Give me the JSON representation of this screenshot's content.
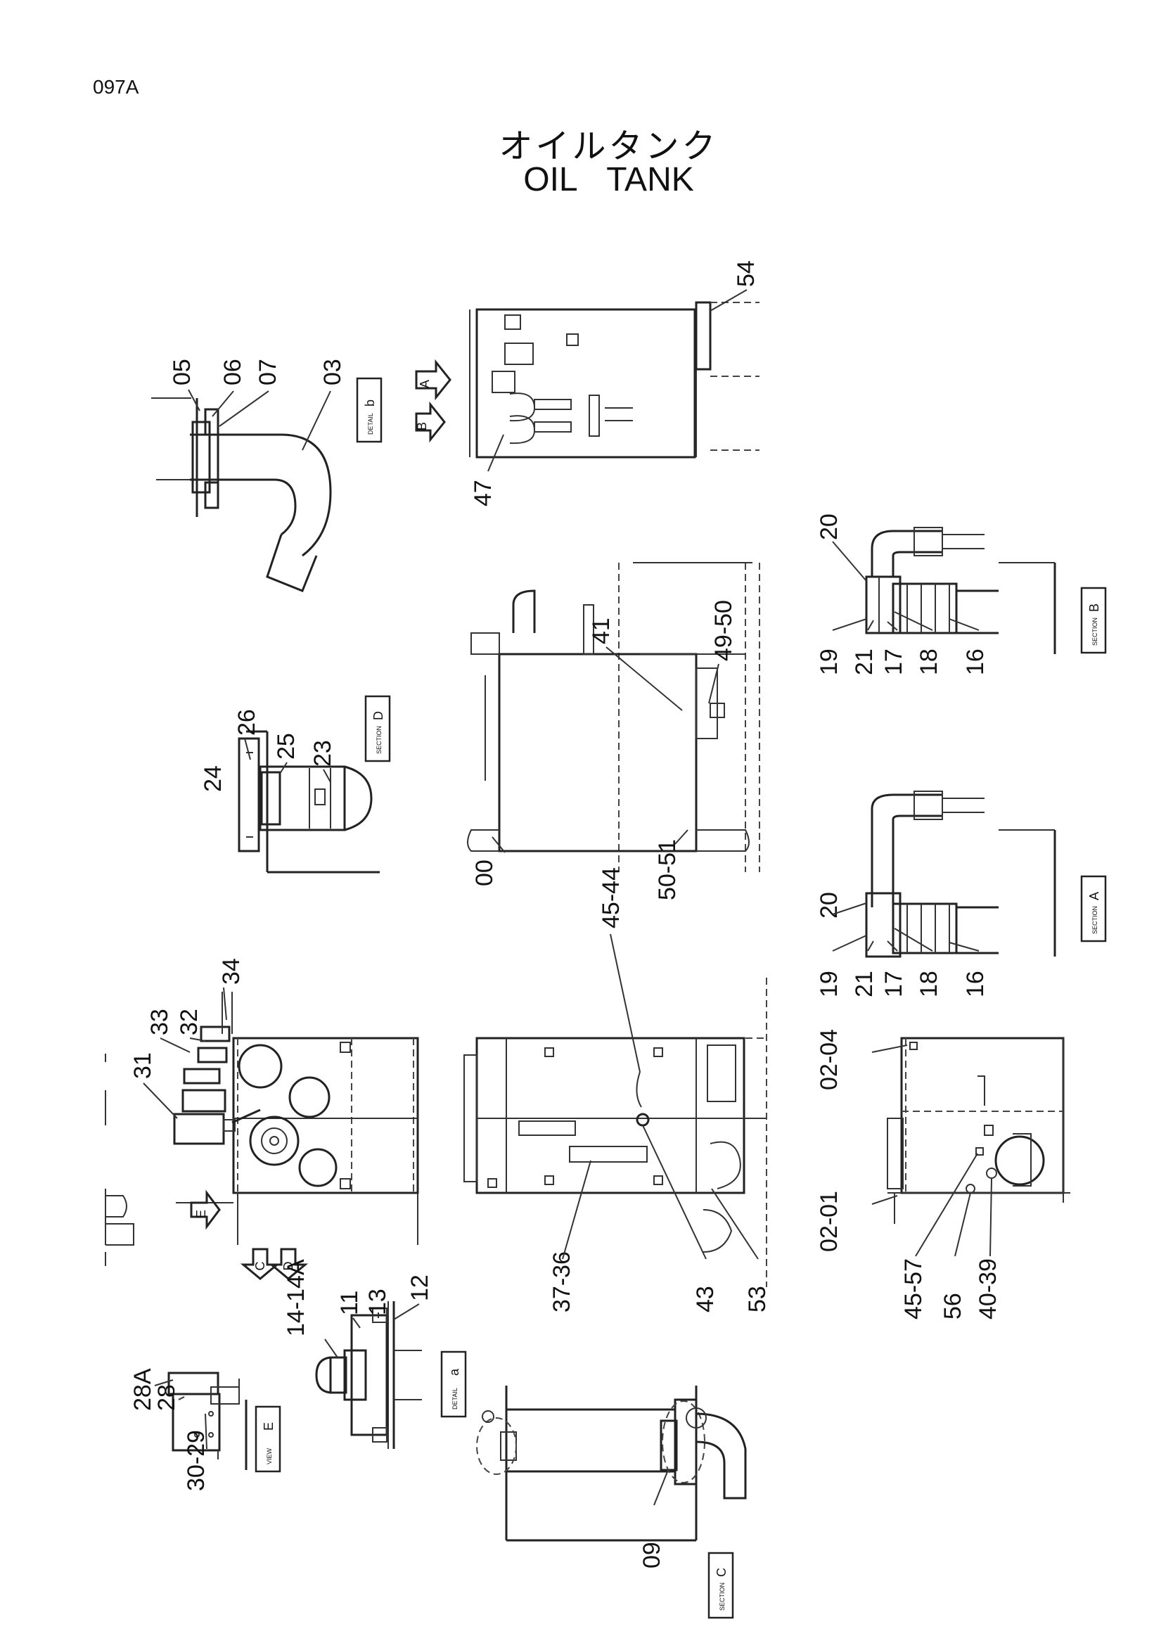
{
  "header": {
    "page_code": "097A",
    "title_jp": "オイルタンク",
    "title_en": "OIL   TANK"
  },
  "tags": {
    "detail_b": {
      "kind": "DETAIL",
      "letter": "b"
    },
    "section_d": {
      "kind": "SECTION",
      "letter": "D"
    },
    "section_b": {
      "kind": "SECTION",
      "letter": "B"
    },
    "section_a": {
      "kind": "SECTION",
      "letter": "A"
    },
    "detail_a": {
      "kind": "DETAIL",
      "letter": "a"
    },
    "view_e": {
      "kind": "VIEW",
      "letter": "E"
    },
    "section_c": {
      "kind": "SECTION",
      "letter": "C"
    }
  },
  "view_arrows": {
    "a": "A",
    "b": "B",
    "c": "C",
    "d": "D",
    "e": "E"
  },
  "parts": {
    "p05": "05",
    "p06": "06",
    "p07": "07",
    "p03": "03",
    "p54": "54",
    "p47": "47",
    "p41": "41",
    "p49_50": "49-50",
    "p00": "00",
    "p50_51": "50-51",
    "p26": "26",
    "p24": "24",
    "p25": "25",
    "p23": "23",
    "pB20": "20",
    "pB19": "19",
    "pB21": "21",
    "pB17": "17",
    "pB18": "18",
    "pB16": "16",
    "pA20": "20",
    "pA19": "19",
    "pA21": "21",
    "pA17": "17",
    "pA18": "18",
    "pA16": "16",
    "p45_44": "45-44",
    "p43": "43",
    "p53": "53",
    "p37_36": "37-36",
    "p34": "34",
    "p33": "33",
    "p32": "32",
    "p31": "31",
    "p02_04": "02-04",
    "p02_01": "02-01",
    "p45_57": "45-57",
    "p56": "56",
    "p40_39": "40-39",
    "p14_14A": "14-14A",
    "p11": "11",
    "p13": "13",
    "p12": "12",
    "p28A": "28A",
    "p28": "28",
    "p30_29": "30-29",
    "p09": "09"
  }
}
